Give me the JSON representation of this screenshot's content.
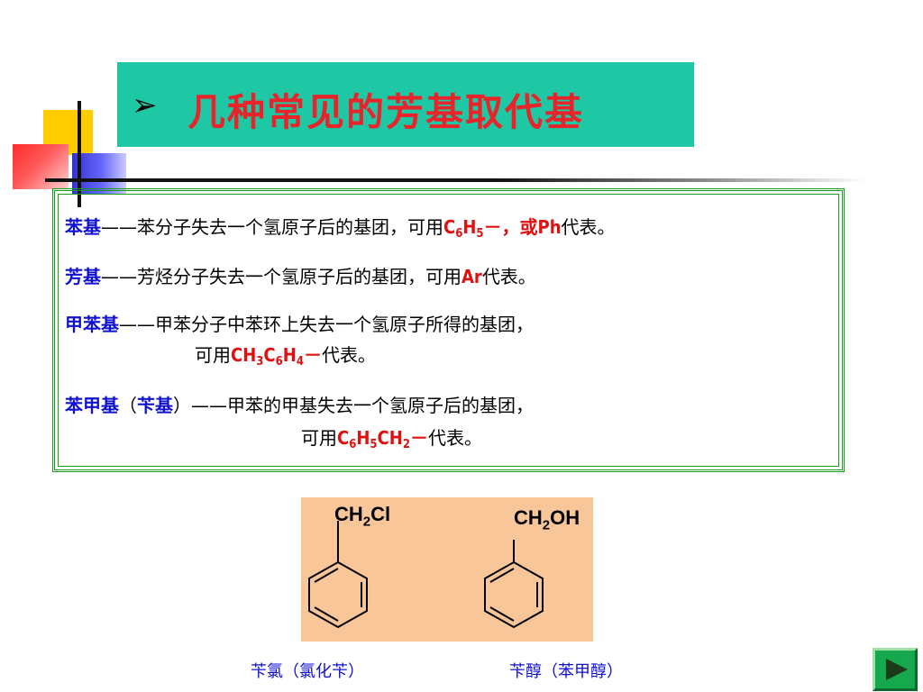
{
  "title": {
    "bullet": "➢",
    "text": "几种常见的芳基取代基"
  },
  "definitions": [
    {
      "term": "苯基",
      "dash": "——",
      "desc": "苯分子失去一个氢原子后的基团，可用",
      "tail_mid": "，或",
      "formula2": "Ph",
      "tail": "代表。"
    },
    {
      "term": "芳基",
      "dash": "——",
      "desc": "芳烃分子失去一个氢原子后的基团，可用",
      "formula": "Ar",
      "tail": "代表。"
    },
    {
      "term": "甲苯基",
      "dash": "——",
      "desc": "甲苯分子中苯环上失去一个氢原子所得的基团，",
      "line2_pre": "可用",
      "tail": "代表。"
    },
    {
      "term": "苯甲基",
      "paren_open": "（",
      "alt_term": "苄基",
      "paren_close": "）",
      "dash": "——",
      "desc": "甲苯的甲基失去一个氢原子后的基团，",
      "line2_pre": "可用",
      "tail": "代表。"
    }
  ],
  "structures": [
    {
      "group": "CH2Cl",
      "caption": "苄氯（氯化苄）"
    },
    {
      "group": "CH2OH",
      "caption": "苄醇（苯甲醇）"
    }
  ],
  "colors": {
    "title_bg": "#1ec8a4",
    "title_text": "#e8242a",
    "term": "#1010d0",
    "formula": "#e01010",
    "box_border": "#1a9b1a",
    "struct_bg": "#f9c69a"
  },
  "nav": {
    "icon": "play-next-icon"
  }
}
